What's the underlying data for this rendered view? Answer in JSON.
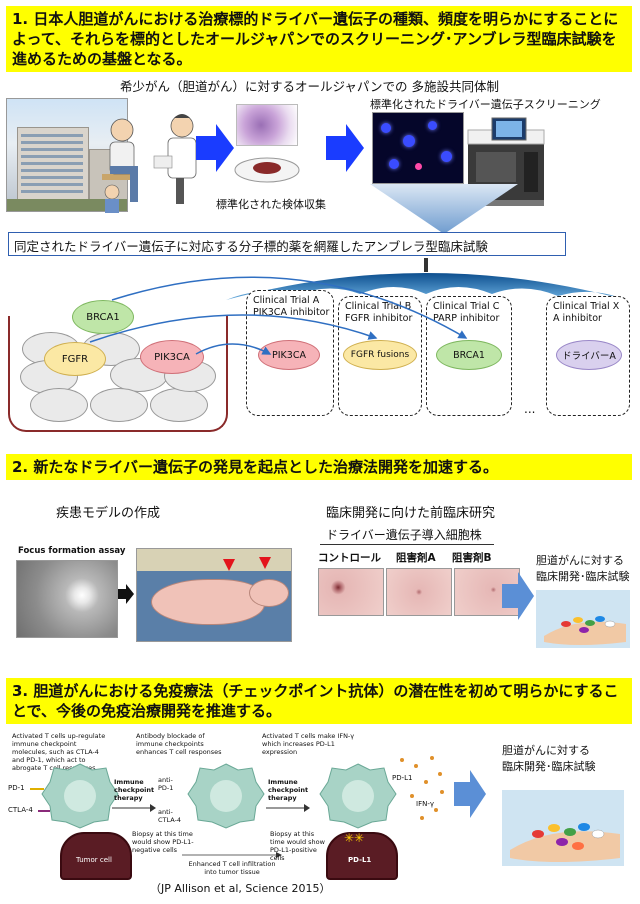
{
  "section1": {
    "heading": "1. 日本人胆道がんにおける治療標的ドライバー遺伝子の種類、頻度を明らかにすることによって、それらを標的としたオールジャパンでのスクリーニング･アンブレラ型臨床試験を進めるための基盤となる。",
    "network_label": "希少がん（胆道がん）に対するオールジャパンでの 多施設共同体制",
    "screening_label": "標準化されたドライバー遺伝子スクリーニング",
    "sample_label": "標準化された検体収集",
    "umbrella_label": "同定されたドライバー遺伝子に対応する分子標的薬を網羅したアンブレラ型臨床試験",
    "genes": [
      "BRCA1",
      "FGFR",
      "PIK3CA"
    ],
    "trials": [
      {
        "title": "Clinical Trial A",
        "drug": "PIK3CA inhibitor",
        "target": "PIK3CA"
      },
      {
        "title": "Clinical Trial B",
        "drug": "FGFR inhibitor",
        "target": "FGFR fusions"
      },
      {
        "title": "Clinical Trial C",
        "drug": "PARP inhibitor",
        "target": "BRCA1"
      },
      {
        "title": "Clinical Trial X",
        "drug": "A inhibitor",
        "target": "ドライバーA"
      }
    ],
    "ellipsis": "..."
  },
  "section2": {
    "heading": "2. 新たなドライバー遺伝子の発見を起点とした治療法開発を加速する。",
    "model_label": "疾患モデルの作成",
    "assay_label": "Focus formation assay",
    "preclinical_label": "臨床開発に向けた前臨床研究",
    "cell_line_label": "ドライバー遺伝子導入細胞株",
    "conditions": [
      "コントロール",
      "阻害剤A",
      "阻害剤B"
    ],
    "clinical_label_1": "胆道がんに対する",
    "clinical_label_2": "臨床開発･臨床試験"
  },
  "section3": {
    "heading": "3. 胆道がんにおける免疫療法（チェックポイント抗体）の潜在性を初めて明らかにすることで、今後の免疫治療開発を推進する。",
    "desc1": "Activated T cells up-regulate immune checkpoint molecules, such as CTLA-4 and PD-1, which act to abrogate T cell responses",
    "desc2": "Antibody blockade of immune checkpoints enhances T cell responses",
    "desc3": "Activated T cells make IFN-γ which increases PD-L1 expression",
    "pd1": "PD-1",
    "ctla4": "CTLA-4",
    "anti_pd1": "anti-PD-1",
    "anti_ctla4": "anti-CTLA-4",
    "therapy": "Immune checkpoint therapy",
    "therapy2": "Immune checkpoint therapy",
    "pdl1": "PD-L1",
    "ifn": "IFN-γ",
    "tumor_cell": "Tumor cell",
    "biopsy_neg": "Biopsy at this time would show PD-L1-negative cells",
    "biopsy_pos": "Biopsy at this time would show PD-L1-positive cells",
    "enhanced": "Enhanced T cell infiltration into tumor tissue",
    "pdl1_cell": "PD-L1",
    "clinical_label_1": "胆道がんに対する",
    "clinical_label_2": "臨床開発･臨床試験",
    "citation": "（JP Allison et al, Science 2015）"
  },
  "colors": {
    "banner": "#ffff00",
    "arrow": "#1a3cff",
    "light_arrow": "#5b8fd6",
    "umbrella": "#1f6fb8"
  }
}
